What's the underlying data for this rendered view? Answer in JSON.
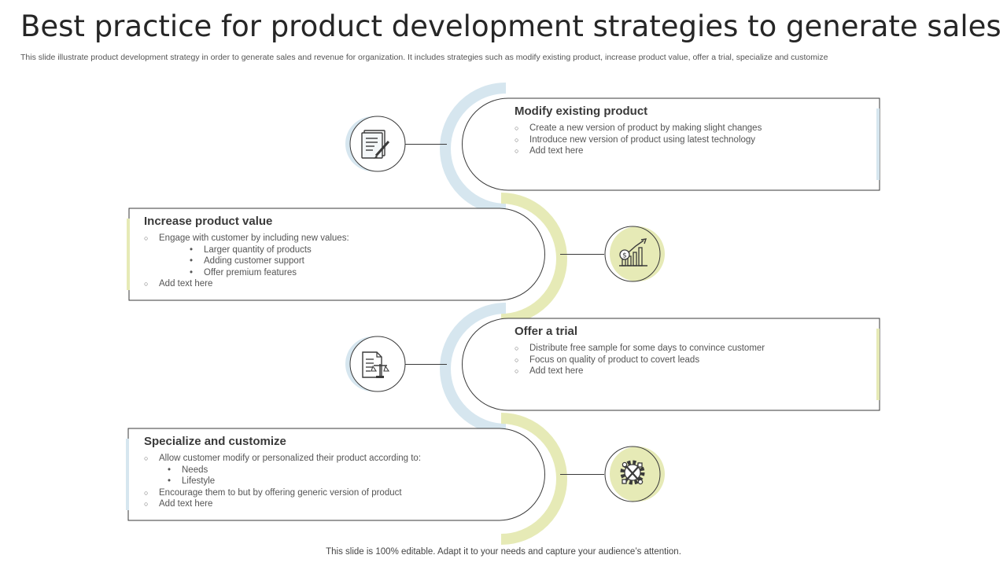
{
  "title": "Best practice for product development strategies to generate sales",
  "subtitle": "This slide illustrate product development strategy in order to  generate sales and revenue for organization. It includes strategies such as modify existing product, increase product value, offer a trial, specialize and customize",
  "footer": "This slide is 100% editable. Adapt it to your needs and capture your audience’s attention.",
  "colors": {
    "blue": "#d6e6ef",
    "yellow": "#e6eab6",
    "line": "#3a3a3a"
  },
  "steps": [
    {
      "title": "Modify existing product",
      "icon": "document-edit-icon",
      "items": [
        {
          "level": 1,
          "text": "Create a new version of product by making slight changes"
        },
        {
          "level": 1,
          "text": "Introduce new version of product using latest technology"
        },
        {
          "level": 1,
          "text": "Add text here"
        }
      ]
    },
    {
      "title": "Increase product value",
      "icon": "dollar-growth-chart-icon",
      "items": [
        {
          "level": 1,
          "text": "Engage with customer by including new values:"
        },
        {
          "level": 2,
          "text": "Larger quantity of products"
        },
        {
          "level": 2,
          "text": "Adding customer support"
        },
        {
          "level": 2,
          "text": "Offer premium features"
        },
        {
          "level": 1,
          "text": "Add text here"
        }
      ]
    },
    {
      "title": "Offer a trial",
      "icon": "document-scale-icon",
      "items": [
        {
          "level": 1,
          "text": "Distribute free sample for some days to convince customer"
        },
        {
          "level": 1,
          "text": "Focus on quality of product to covert leads"
        },
        {
          "level": 1,
          "text": "Add text here"
        }
      ]
    },
    {
      "title": "Specialize and customize",
      "icon": "gear-tools-icon",
      "items": [
        {
          "level": 1,
          "text": "Allow customer modify or personalized their product according to:"
        },
        {
          "level": 3,
          "text": "Needs"
        },
        {
          "level": 3,
          "text": "Lifestyle"
        },
        {
          "level": 1,
          "text": "Encourage them to but by offering generic version of product"
        },
        {
          "level": 1,
          "text": "Add text here"
        }
      ]
    }
  ]
}
